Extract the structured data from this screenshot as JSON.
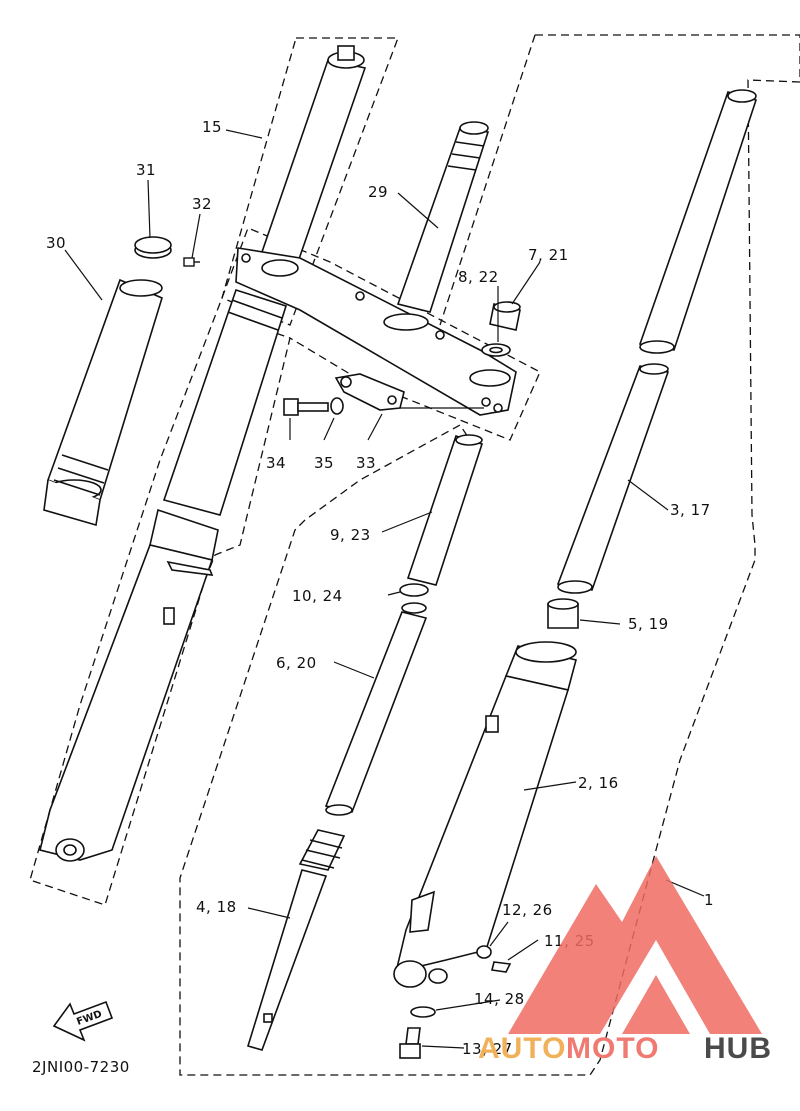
{
  "diagram": {
    "code": "2JNI00-7230",
    "fwd_label": "FWD",
    "labels": {
      "l1": "1",
      "l15": "15",
      "l31": "31",
      "l32": "32",
      "l30": "30",
      "l29": "29",
      "l7_21": "7, 21",
      "l8_22": "8, 22",
      "l34": "34",
      "l35": "35",
      "l33": "33",
      "l3_17": "3, 17",
      "l9_23": "9, 23",
      "l10_24": "10, 24",
      "l5_19": "5, 19",
      "l6_20": "6, 20",
      "l2_16": "2, 16",
      "l4_18": "4, 18",
      "l12_26": "12, 26",
      "l11_25": "11, 25",
      "l14_28": "14, 28",
      "l13_27": "13, 27"
    }
  },
  "watermark": {
    "part_a": "AUTO",
    "part_b": "MOTO",
    "part_c": "HUB",
    "logo_color": "#f06b62"
  }
}
